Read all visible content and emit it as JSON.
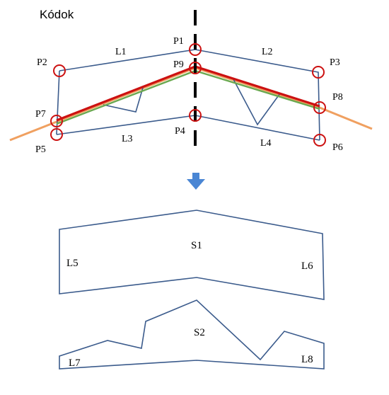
{
  "title": "Kódok",
  "top_labels": {
    "L1": "L1",
    "L2": "L2",
    "L3": "L3",
    "L4": "L4",
    "P1": "P1",
    "P2": "P2",
    "P3": "P3",
    "P4": "P4",
    "P5": "P5",
    "P6": "P6",
    "P7": "P7",
    "P8": "P8",
    "P9": "P9"
  },
  "shape1": {
    "name": "S1",
    "left": "L5",
    "right": "L6"
  },
  "shape2": {
    "name": "S2",
    "left": "L7",
    "right": "L8"
  },
  "colors": {
    "outline": "#3b5b8c",
    "marker": "#cc1111",
    "arrow": "#4a86d4",
    "crease": "#cc1111",
    "crease_under": "#6aa84f",
    "extension": "#f0a060",
    "axis": "#000000"
  },
  "icons": {
    "down_arrow": "down-arrow-icon"
  }
}
